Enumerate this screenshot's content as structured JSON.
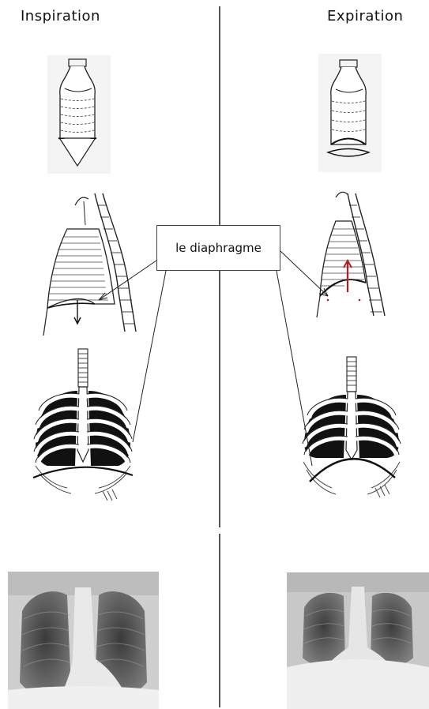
{
  "headings": {
    "left": "Inspiration",
    "right": "Expiration"
  },
  "callout": {
    "label": "le diaphragme"
  },
  "colors": {
    "arrow_expiration": "#b02020",
    "ink": "#222222"
  }
}
